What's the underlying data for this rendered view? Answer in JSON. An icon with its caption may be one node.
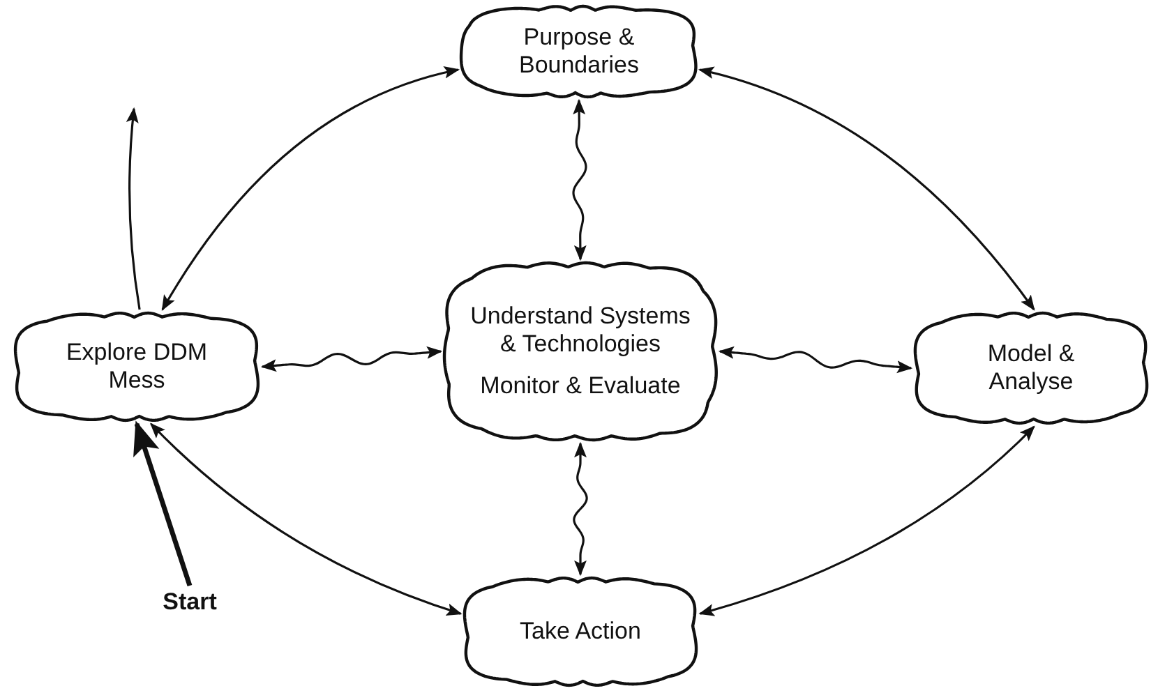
{
  "diagram": {
    "nodes": [
      {
        "text": [
          "Purpose & Boundaries"
        ]
      },
      {
        "text": [
          "Explore DDM Mess"
        ]
      },
      {
        "text": [
          "Understand Systems & Technologies",
          "Monitor & Evaluate"
        ]
      },
      {
        "text": [
          "Model & Analyse"
        ]
      },
      {
        "text": [
          "Take Action"
        ]
      },
      {
        "text": [
          "Start"
        ]
      }
    ],
    "edges": [
      {
        "from": 0,
        "to": 1,
        "arrow": "both"
      },
      {
        "from": 0,
        "to": 3,
        "arrow": "both"
      },
      {
        "from": 1,
        "to": 4,
        "arrow": "both"
      },
      {
        "from": 3,
        "to": 4,
        "arrow": "both"
      },
      {
        "from": 0,
        "to": 2,
        "arrow": "both"
      },
      {
        "from": 1,
        "to": 2,
        "arrow": "both"
      },
      {
        "from": 2,
        "to": 3,
        "arrow": "both"
      },
      {
        "from": 2,
        "to": 4,
        "arrow": "both"
      },
      {
        "from": 5,
        "to": 1,
        "arrow": "to",
        "style": "thick"
      },
      {
        "from": 1,
        "to": null,
        "arrow": "to"
      }
    ]
  }
}
